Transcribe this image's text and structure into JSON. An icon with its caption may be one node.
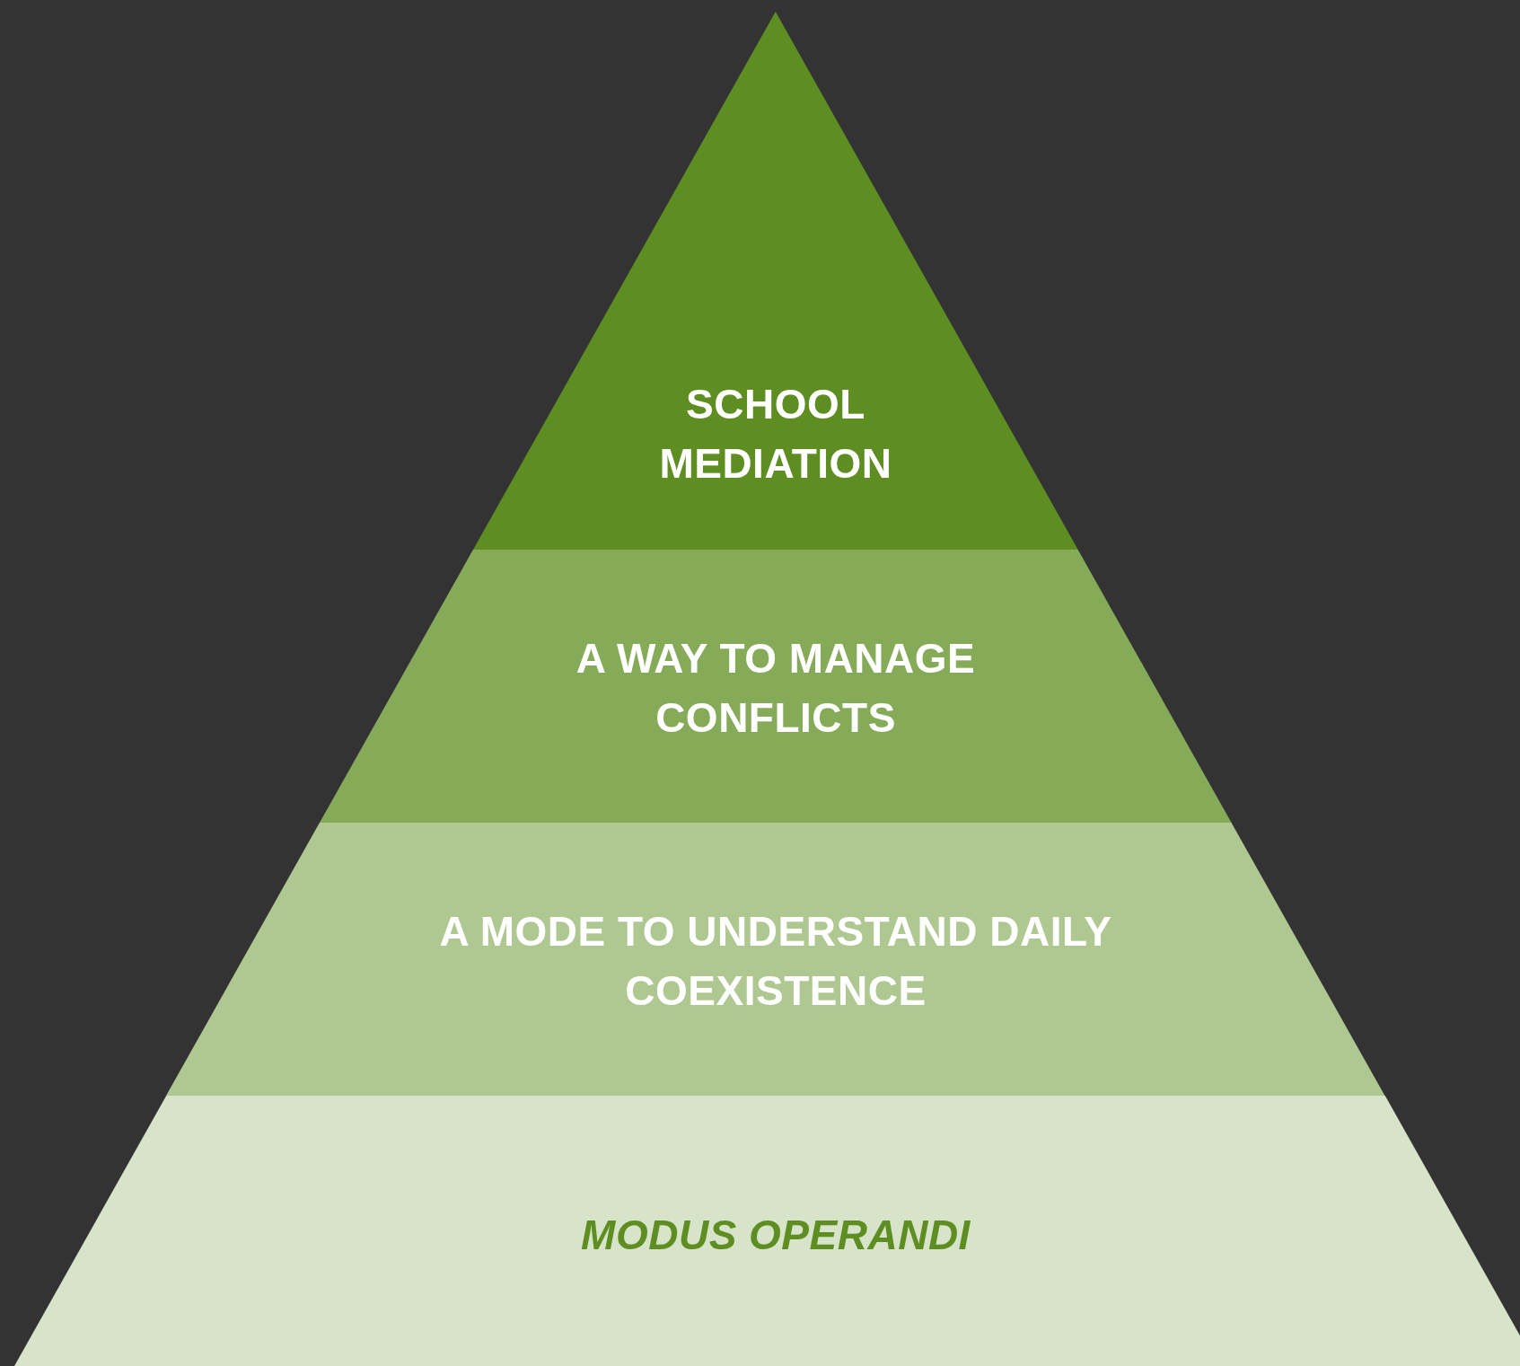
{
  "diagram": {
    "nodes": [
      {
        "text": [
          "SCHOOL MEDIATION"
        ]
      },
      {
        "text": [
          "A WAY TO MANAGE CONFLICTS"
        ]
      },
      {
        "text": [
          "A MODE TO UNDERSTAND DAILY COEXISTENCE"
        ]
      },
      {
        "text": [
          "MODUS OPERANDI"
        ]
      }
    ]
  }
}
